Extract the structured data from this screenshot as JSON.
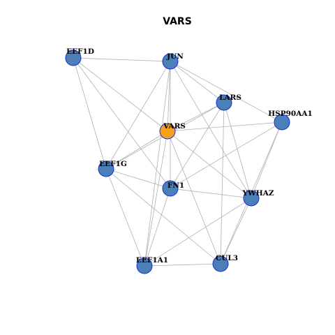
{
  "title": "VARS",
  "colors": {
    "background": "#ffffff",
    "edge": "#b0b0b0",
    "node_fill": "#4a7fb8",
    "node_stroke": "#1a2fd1",
    "focus_fill": "#f4a21c"
  },
  "nodes": [
    {
      "id": "EEF1D",
      "label": "EEF1D",
      "focus": false
    },
    {
      "id": "JUN",
      "label": "JUN",
      "focus": false
    },
    {
      "id": "LARS",
      "label": "LARS",
      "focus": false
    },
    {
      "id": "HSP90AA1",
      "label": "HSP90AA1",
      "focus": false
    },
    {
      "id": "VARS",
      "label": "VARS",
      "focus": true
    },
    {
      "id": "EEF1G",
      "label": "EEF1G",
      "focus": false
    },
    {
      "id": "FN1",
      "label": "FN1",
      "focus": false
    },
    {
      "id": "YWHAZ",
      "label": "YWHAZ",
      "focus": false
    },
    {
      "id": "EEF1A1",
      "label": "EEF1A1",
      "focus": false
    },
    {
      "id": "CUL3",
      "label": "CUL3",
      "focus": false
    }
  ],
  "edges": [
    [
      "EEF1D",
      "JUN"
    ],
    [
      "EEF1D",
      "VARS"
    ],
    [
      "EEF1D",
      "EEF1G"
    ],
    [
      "EEF1D",
      "FN1"
    ],
    [
      "JUN",
      "LARS"
    ],
    [
      "JUN",
      "HSP90AA1"
    ],
    [
      "JUN",
      "VARS"
    ],
    [
      "JUN",
      "EEF1G"
    ],
    [
      "JUN",
      "EEF1A1"
    ],
    [
      "JUN",
      "YWHAZ"
    ],
    [
      "JUN",
      "FN1"
    ],
    [
      "LARS",
      "VARS"
    ],
    [
      "LARS",
      "EEF1G"
    ],
    [
      "LARS",
      "YWHAZ"
    ],
    [
      "LARS",
      "CUL3"
    ],
    [
      "LARS",
      "FN1"
    ],
    [
      "HSP90AA1",
      "VARS"
    ],
    [
      "HSP90AA1",
      "FN1"
    ],
    [
      "HSP90AA1",
      "YWHAZ"
    ],
    [
      "HSP90AA1",
      "CUL3"
    ],
    [
      "VARS",
      "EEF1G"
    ],
    [
      "VARS",
      "YWHAZ"
    ],
    [
      "VARS",
      "EEF1A1"
    ],
    [
      "VARS",
      "CUL3"
    ],
    [
      "EEF1G",
      "FN1"
    ],
    [
      "EEF1G",
      "EEF1A1"
    ],
    [
      "EEF1G",
      "CUL3"
    ],
    [
      "FN1",
      "YWHAZ"
    ],
    [
      "FN1",
      "EEF1A1"
    ],
    [
      "YWHAZ",
      "EEF1A1"
    ],
    [
      "YWHAZ",
      "CUL3"
    ],
    [
      "EEF1A1",
      "CUL3"
    ]
  ]
}
